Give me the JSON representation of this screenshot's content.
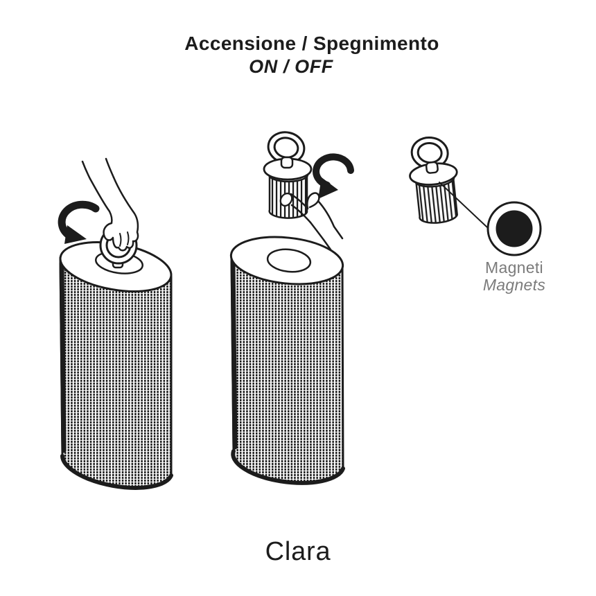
{
  "header": {
    "title": "Accensione / Spegnimento",
    "subtitle": "ON / OFF"
  },
  "callout": {
    "label_primary": "Magneti",
    "label_secondary": "Magnets"
  },
  "footer": {
    "product_name": "Clara"
  },
  "colors": {
    "ink": "#1c1c1c",
    "muted": "#7b7b7b",
    "background": "#ffffff"
  },
  "icons": {
    "step1_arrow": "twist-counterclockwise-arrow-icon",
    "step2_arrow": "lift-rotate-arrow-icon",
    "ring_handle": "ring-pull-handle",
    "magnet": "magnet-disc-icon"
  }
}
